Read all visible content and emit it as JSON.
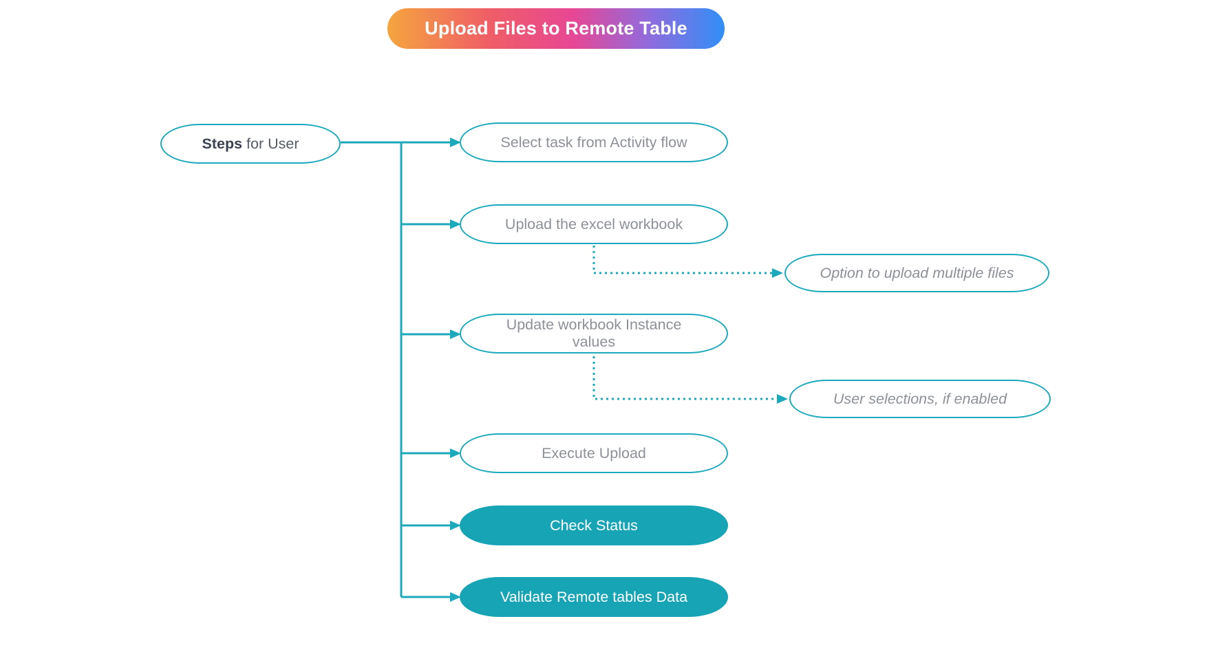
{
  "title": {
    "label": "Upload Files to Remote Table"
  },
  "root": {
    "label_bold": "Steps",
    "label_rest": " for User"
  },
  "steps": [
    {
      "id": "select-task",
      "label": "Select task from Activity flow",
      "variant": "outline"
    },
    {
      "id": "upload-workbook",
      "label": "Upload the excel workbook",
      "variant": "outline"
    },
    {
      "id": "update-workbook-instance",
      "label": "Update workbook Instance values",
      "variant": "outline"
    },
    {
      "id": "execute-upload",
      "label": "Execute Upload",
      "variant": "outline"
    },
    {
      "id": "check-status",
      "label": "Check Status",
      "variant": "filled"
    },
    {
      "id": "validate-remote-tables",
      "label": "Validate Remote tables Data",
      "variant": "filled"
    }
  ],
  "notes": [
    {
      "id": "option-multiple-files",
      "label": "Option to upload multiple files",
      "linked_to": "upload-workbook"
    },
    {
      "id": "user-selections",
      "label": "User selections, if enabled",
      "linked_to": "update-workbook-instance"
    }
  ],
  "colors": {
    "line_teal": "#1BA9BB",
    "filled_node": "#17A4B5",
    "node_text_gray": "#8C9197",
    "root_text_dark": "#3A4150",
    "title_gradient_start": "#F5A53F",
    "title_gradient_mid1": "#EF5E66",
    "title_gradient_mid2": "#E74794",
    "title_gradient_mid3": "#8E6CDE",
    "title_gradient_end": "#318FF7",
    "background": "#FFFFFF"
  }
}
